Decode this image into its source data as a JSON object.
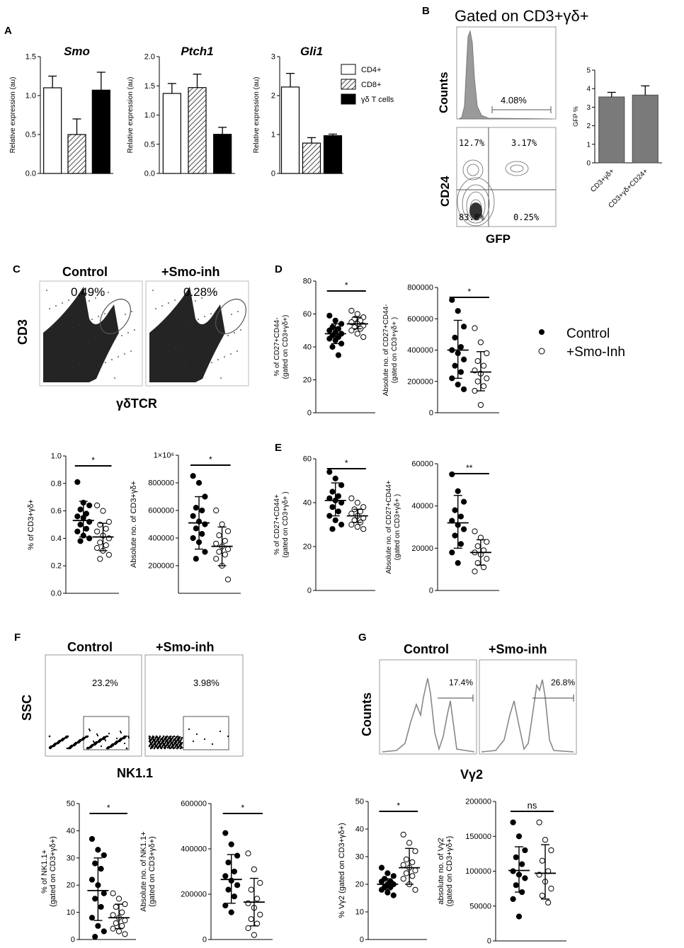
{
  "panel_labels": {
    "A": "A",
    "B": "B",
    "C": "C",
    "D": "D",
    "E": "E",
    "F": "F",
    "G": "G"
  },
  "panelA": {
    "legend": [
      "CD4+",
      "CD8+",
      "γδ T cells"
    ],
    "ylabel": "Relative expression (au)"
  },
  "panelB": {
    "title": "Gated on CD3+γδ+",
    "hist_ylabel": "Counts",
    "hist_pct": "4.08%",
    "contour_ylabel": "CD24",
    "contour_xlabel": "GFP",
    "quadrants": [
      "12.7%",
      "3.17%",
      "83.8%",
      "0.25%"
    ],
    "bar_ylabel": "GFP %"
  },
  "panelC": {
    "control_label": "Control",
    "inh_label": "+Smo-inh",
    "control_pct": "0.49%",
    "inh_pct": "0.28%",
    "ylabel": "CD3",
    "xlabel": "γδTCR"
  },
  "panelF": {
    "control_label": "Control",
    "inh_label": "+Smo-inh",
    "control_pct": "23.2%",
    "inh_pct": "3.98%",
    "ylabel": "SSC",
    "xlabel": "NK1.1"
  },
  "panelG": {
    "control_label": "Control",
    "inh_label": "+Smo-inh",
    "control_pct": "17.4%",
    "inh_pct": "26.8%",
    "ylabel": "Counts",
    "xlabel": "Vγ2"
  },
  "legend_DE": {
    "filled": "Control",
    "open": "+Smo-Inh"
  },
  "chart_data": [
    {
      "id": "A_smo",
      "type": "bar",
      "title": "Smo",
      "ylabel": "Relative expression (au)",
      "categories": [
        "CD4+",
        "CD8+",
        "γδ T cells"
      ],
      "values": [
        1.1,
        0.5,
        1.07
      ],
      "errors": [
        0.15,
        0.2,
        0.23
      ],
      "ylim": [
        0,
        1.5
      ],
      "yticks": [
        "0.0",
        "0.5",
        "1.0",
        "1.5"
      ],
      "tickvals": [
        0,
        0.5,
        1.0,
        1.5
      ]
    },
    {
      "id": "A_ptch1",
      "type": "bar",
      "title": "Ptch1",
      "ylabel": "Relative expression (au)",
      "categories": [
        "CD4+",
        "CD8+",
        "γδ T cells"
      ],
      "values": [
        1.37,
        1.47,
        0.67
      ],
      "errors": [
        0.17,
        0.23,
        0.12
      ],
      "ylim": [
        0,
        2.0
      ],
      "yticks": [
        "0.0",
        "0.5",
        "1.0",
        "1.5",
        "2.0"
      ],
      "tickvals": [
        0,
        0.5,
        1.0,
        1.5,
        2.0
      ]
    },
    {
      "id": "A_gli1",
      "type": "bar",
      "title": "Gli1",
      "ylabel": "Relative expression (au)",
      "categories": [
        "CD4+",
        "CD8+",
        "γδ T cells"
      ],
      "values": [
        2.22,
        0.78,
        0.97
      ],
      "errors": [
        0.35,
        0.14,
        0.04
      ],
      "ylim": [
        0,
        3
      ],
      "yticks": [
        "0",
        "1",
        "2",
        "3"
      ],
      "tickvals": [
        0,
        1,
        2,
        3
      ]
    },
    {
      "id": "B_gfp",
      "type": "bar",
      "ylabel": "GFP %",
      "categories": [
        "CD3+γδ+",
        "CD3+γδ+CD24+"
      ],
      "values": [
        3.55,
        3.65
      ],
      "errors": [
        0.25,
        0.5
      ],
      "ylim": [
        0,
        5
      ],
      "yticks": [
        "0",
        "1",
        "2",
        "3",
        "4",
        "5"
      ],
      "tickvals": [
        0,
        1,
        2,
        3,
        4,
        5
      ]
    },
    {
      "id": "C_pct",
      "type": "scatter",
      "ylabel": "% of CD3+γδ+",
      "sig": "*",
      "ylim": [
        0,
        1.0
      ],
      "yticks": [
        "0.0",
        "0.2",
        "0.4",
        "0.6",
        "0.8",
        "1.0"
      ],
      "tickvals": [
        0,
        0.2,
        0.4,
        0.6,
        0.8,
        1.0
      ],
      "groups": [
        {
          "name": "Control",
          "mean": 0.53,
          "sd_lo": 0.41,
          "sd_hi": 0.67,
          "values": [
            0.81,
            0.66,
            0.64,
            0.61,
            0.58,
            0.56,
            0.55,
            0.52,
            0.5,
            0.47,
            0.45,
            0.42,
            0.4,
            0.38
          ]
        },
        {
          "name": "+Smo-Inh",
          "mean": 0.41,
          "sd_lo": 0.31,
          "sd_hi": 0.51,
          "values": [
            0.64,
            0.6,
            0.52,
            0.5,
            0.47,
            0.45,
            0.42,
            0.4,
            0.37,
            0.35,
            0.33,
            0.31,
            0.28,
            0.25
          ]
        }
      ]
    },
    {
      "id": "C_abs",
      "type": "scatter",
      "ylabel": "Absolute no. of CD3+γδ+",
      "sig": "*",
      "ylim": [
        0,
        1000000
      ],
      "yticks": [
        "200000",
        "400000",
        "600000",
        "800000",
        "1×10⁶"
      ],
      "tickvals": [
        200000,
        400000,
        600000,
        800000,
        1000000
      ],
      "groups": [
        {
          "name": "Control",
          "mean": 510000,
          "sd_lo": 320000,
          "sd_hi": 700000,
          "values": [
            850000,
            800000,
            700000,
            620000,
            600000,
            560000,
            520000,
            500000,
            470000,
            430000,
            400000,
            370000,
            300000,
            250000
          ]
        },
        {
          "name": "+Smo-Inh",
          "mean": 340000,
          "sd_lo": 200000,
          "sd_hi": 480000,
          "values": [
            600000,
            500000,
            450000,
            420000,
            380000,
            360000,
            340000,
            320000,
            300000,
            280000,
            250000,
            200000,
            100000
          ]
        }
      ]
    },
    {
      "id": "D_pct",
      "type": "scatter",
      "ylabel": "% of CD27+CD44- (gated on CD3+γδ+)",
      "sig": "*",
      "ylim": [
        0,
        80
      ],
      "yticks": [
        "0",
        "20",
        "40",
        "60",
        "80"
      ],
      "tickvals": [
        0,
        20,
        40,
        60,
        80
      ],
      "groups": [
        {
          "name": "Control",
          "mean": 48,
          "sd_lo": 42,
          "sd_hi": 54,
          "values": [
            59,
            56,
            54,
            52,
            51,
            50,
            49,
            48,
            47,
            46,
            45,
            44,
            42,
            40,
            35
          ]
        },
        {
          "name": "+Smo-Inh",
          "mean": 54,
          "sd_lo": 51,
          "sd_hi": 58,
          "values": [
            62,
            60,
            58,
            57,
            56,
            55,
            54,
            53,
            52,
            51,
            50,
            48,
            46
          ]
        }
      ]
    },
    {
      "id": "D_abs",
      "type": "scatter",
      "ylabel": "Absolute no. of CD27+CD44- (gated on CD3+γδ+ )",
      "sig": "*",
      "ylim": [
        0,
        800000
      ],
      "yticks": [
        "0",
        "200000",
        "400000",
        "600000",
        "800000"
      ],
      "tickvals": [
        0,
        200000,
        400000,
        600000,
        800000
      ],
      "groups": [
        {
          "name": "Control",
          "mean": 400000,
          "sd_lo": 220000,
          "sd_hi": 590000,
          "values": [
            720000,
            650000,
            550000,
            480000,
            420000,
            400000,
            380000,
            340000,
            300000,
            260000,
            220000,
            180000,
            150000
          ]
        },
        {
          "name": "+Smo-Inh",
          "mean": 260000,
          "sd_lo": 140000,
          "sd_hi": 390000,
          "values": [
            540000,
            450000,
            380000,
            330000,
            300000,
            270000,
            250000,
            220000,
            200000,
            170000,
            140000,
            50000
          ]
        }
      ]
    },
    {
      "id": "E_pct",
      "type": "scatter",
      "ylabel": "% of CD27+CD44+ (gated on CD3+γδ+ )",
      "sig": "*",
      "ylim": [
        0,
        60
      ],
      "yticks": [
        "0",
        "20",
        "40",
        "60"
      ],
      "tickvals": [
        0,
        20,
        40,
        60
      ],
      "groups": [
        {
          "name": "Control",
          "mean": 41,
          "sd_lo": 34,
          "sd_hi": 49,
          "values": [
            54,
            51,
            48,
            45,
            43,
            42,
            41,
            40,
            38,
            36,
            34,
            32,
            30,
            28
          ]
        },
        {
          "name": "+Smo-Inh",
          "mean": 34,
          "sd_lo": 31,
          "sd_hi": 37,
          "values": [
            42,
            40,
            38,
            37,
            36,
            35,
            34,
            33,
            32,
            31,
            30,
            29,
            28
          ]
        }
      ]
    },
    {
      "id": "E_abs",
      "type": "scatter",
      "ylabel": "Absolute no. of CD27+CD44+ (gated on CD3+γδ+ )",
      "sig": "**",
      "ylim": [
        0,
        60000
      ],
      "yticks": [
        "0",
        "20000",
        "40000",
        "60000"
      ],
      "tickvals": [
        0,
        20000,
        40000,
        60000
      ],
      "groups": [
        {
          "name": "Control",
          "mean": 32000,
          "sd_lo": 20000,
          "sd_hi": 45000,
          "values": [
            55000,
            47000,
            42000,
            38000,
            35000,
            33000,
            31000,
            29000,
            26000,
            22000,
            18000,
            13000
          ]
        },
        {
          "name": "+Smo-Inh",
          "mean": 18000,
          "sd_lo": 12000,
          "sd_hi": 24000,
          "values": [
            28000,
            25000,
            23000,
            21000,
            19000,
            18000,
            17000,
            15000,
            13000,
            11000,
            9000
          ]
        }
      ]
    },
    {
      "id": "F_pct",
      "type": "scatter",
      "ylabel": "% of NK1.1+ (gated on CD3+γδ+)",
      "sig": "*",
      "ylim": [
        0,
        50
      ],
      "yticks": [
        "0",
        "10",
        "20",
        "30",
        "40",
        "50"
      ],
      "tickvals": [
        0,
        10,
        20,
        30,
        40,
        50
      ],
      "groups": [
        {
          "name": "Control",
          "mean": 18,
          "sd_lo": 7,
          "sd_hi": 30,
          "values": [
            37,
            33,
            31,
            28,
            26,
            22,
            20,
            17,
            15,
            12,
            8,
            5,
            3,
            1
          ]
        },
        {
          "name": "+Smo-Inh",
          "mean": 8,
          "sd_lo": 4,
          "sd_hi": 13,
          "values": [
            17,
            15,
            13,
            12,
            10,
            9,
            8,
            7,
            6,
            5,
            4,
            3,
            2
          ]
        }
      ]
    },
    {
      "id": "F_abs",
      "type": "scatter",
      "ylabel": "Absolute no. of NK1.1+ (gated on CD3+γδ+)",
      "sig": "*",
      "ylim": [
        0,
        600000
      ],
      "yticks": [
        "0",
        "200000",
        "400000",
        "600000"
      ],
      "tickvals": [
        0,
        200000,
        400000,
        600000
      ],
      "groups": [
        {
          "name": "Control",
          "mean": 265000,
          "sd_lo": 160000,
          "sd_hi": 375000,
          "values": [
            470000,
            420000,
            370000,
            340000,
            300000,
            280000,
            260000,
            240000,
            220000,
            190000,
            150000,
            120000
          ]
        },
        {
          "name": "+Smo-Inh",
          "mean": 165000,
          "sd_lo": 60000,
          "sd_hi": 270000,
          "values": [
            380000,
            310000,
            250000,
            220000,
            180000,
            160000,
            140000,
            110000,
            90000,
            70000,
            50000,
            20000
          ]
        }
      ]
    },
    {
      "id": "G_pct",
      "type": "scatter",
      "ylabel": "% Vγ2 (gated on CD3+γδ+)",
      "sig": "*",
      "ylim": [
        0,
        50
      ],
      "yticks": [
        "0",
        "10",
        "20",
        "30",
        "40",
        "50"
      ],
      "tickvals": [
        0,
        10,
        20,
        30,
        40,
        50
      ],
      "groups": [
        {
          "name": "Control",
          "mean": 20,
          "sd_lo": 18,
          "sd_hi": 22,
          "values": [
            26,
            24,
            23,
            22,
            21,
            21,
            20,
            20,
            19,
            19,
            18,
            17,
            16
          ]
        },
        {
          "name": "+Smo-Inh",
          "mean": 26,
          "sd_lo": 20,
          "sd_hi": 33,
          "values": [
            38,
            35,
            32,
            29,
            28,
            27,
            26,
            25,
            24,
            23,
            22,
            20,
            18
          ]
        }
      ]
    },
    {
      "id": "G_abs",
      "type": "scatter",
      "ylabel": "absolute no. of Vγ2 (gated on CD3+γδ+)",
      "sig": "ns",
      "ylim": [
        0,
        200000
      ],
      "yticks": [
        "0",
        "50000",
        "100000",
        "150000",
        "200000"
      ],
      "tickvals": [
        0,
        50000,
        100000,
        150000,
        200000
      ],
      "groups": [
        {
          "name": "Control",
          "mean": 101000,
          "sd_lo": 70000,
          "sd_hi": 135000,
          "values": [
            170000,
            150000,
            130000,
            120000,
            110000,
            100000,
            95000,
            90000,
            80000,
            70000,
            60000,
            35000
          ]
        },
        {
          "name": "+Smo-Inh",
          "mean": 97000,
          "sd_lo": 60000,
          "sd_hi": 138000,
          "values": [
            170000,
            145000,
            130000,
            115000,
            100000,
            95000,
            85000,
            75000,
            65000,
            55000
          ]
        }
      ]
    }
  ]
}
